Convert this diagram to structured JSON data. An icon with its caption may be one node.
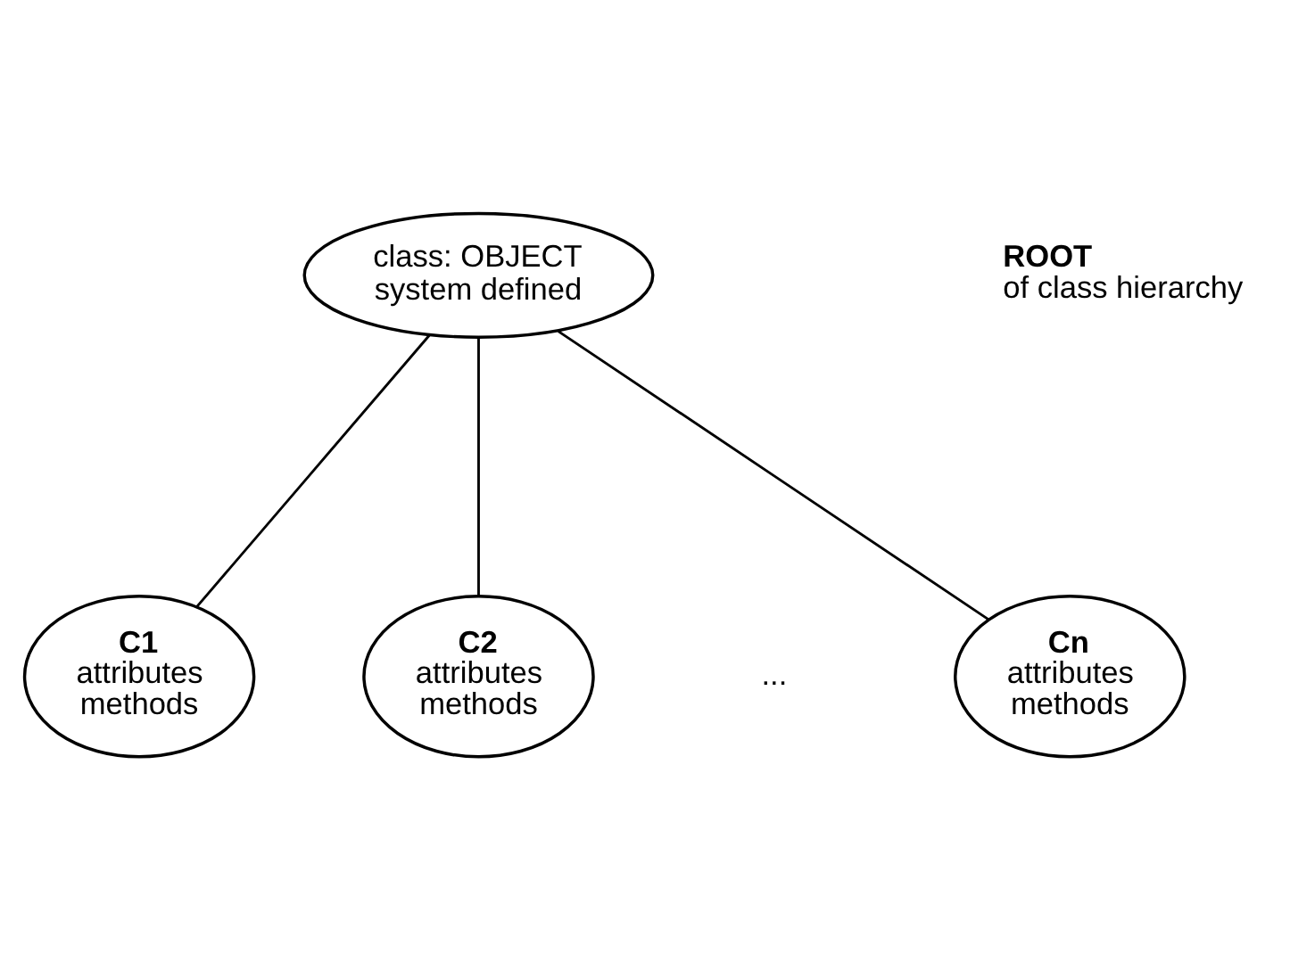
{
  "diagram": {
    "nodes": [
      {
        "text": [
          "class: OBJECT",
          "system defined"
        ]
      },
      {
        "text": [
          "C1",
          "attributes",
          "methods"
        ]
      },
      {
        "text": [
          "C2",
          "attributes",
          "methods"
        ]
      },
      {
        "text": [
          "Cn",
          "attributes",
          "methods"
        ]
      }
    ],
    "edges": [
      {
        "from": 0,
        "to": 1,
        "arrow": "none"
      },
      {
        "from": 0,
        "to": 2,
        "arrow": "none"
      },
      {
        "from": 0,
        "to": 3,
        "arrow": "none"
      }
    ],
    "labels": [
      "ROOT",
      "of class hierarchy",
      "..."
    ]
  }
}
